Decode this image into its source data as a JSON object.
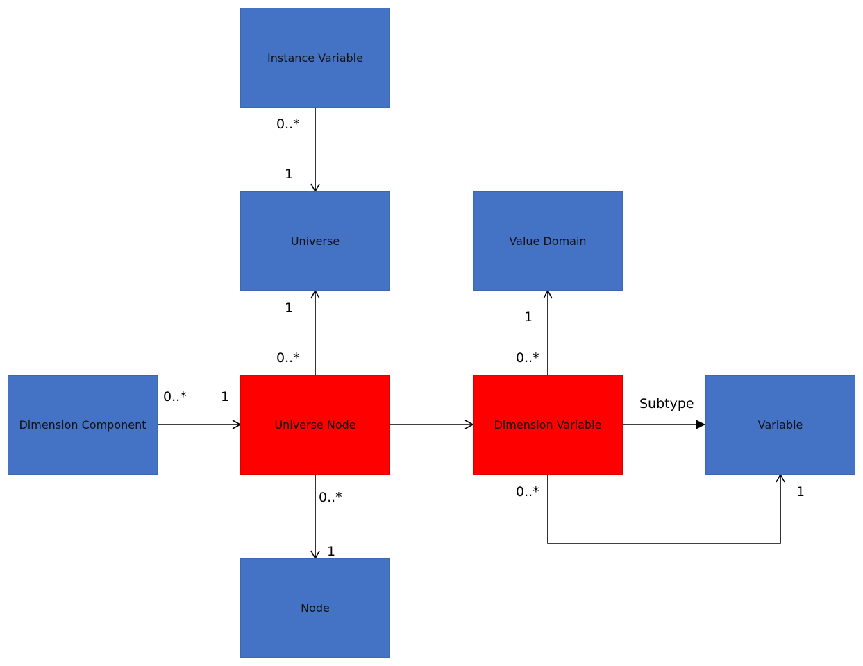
{
  "colors": {
    "entity_fill": "#4472C4",
    "highlight_fill": "#FF0000",
    "line": "#000000"
  },
  "entities": {
    "instance_variable": "Instance Variable",
    "universe": "Universe",
    "value_domain": "Value Domain",
    "dimension_component": "Dimension Component",
    "universe_node": "Universe Node",
    "dimension_variable": "Dimension Variable",
    "variable": "Variable",
    "node": "Node"
  },
  "multiplicities": {
    "instance_variable_to_universe_source": "0..*",
    "instance_variable_to_universe_target": "1",
    "universe_node_to_universe_target": "1",
    "universe_node_to_universe_source": "0..*",
    "dimension_variable_to_value_domain_target": "1",
    "dimension_variable_to_value_domain_source": "0..*",
    "dimension_component_to_universe_node_source": "0..*",
    "dimension_component_to_universe_node_target": "1",
    "universe_node_to_node_source": "0..*",
    "universe_node_to_node_target": "1",
    "dimension_variable_to_variable_source": "0..*",
    "dimension_variable_to_variable_target": "1"
  },
  "relations": {
    "subtype_label": "Subtype"
  }
}
